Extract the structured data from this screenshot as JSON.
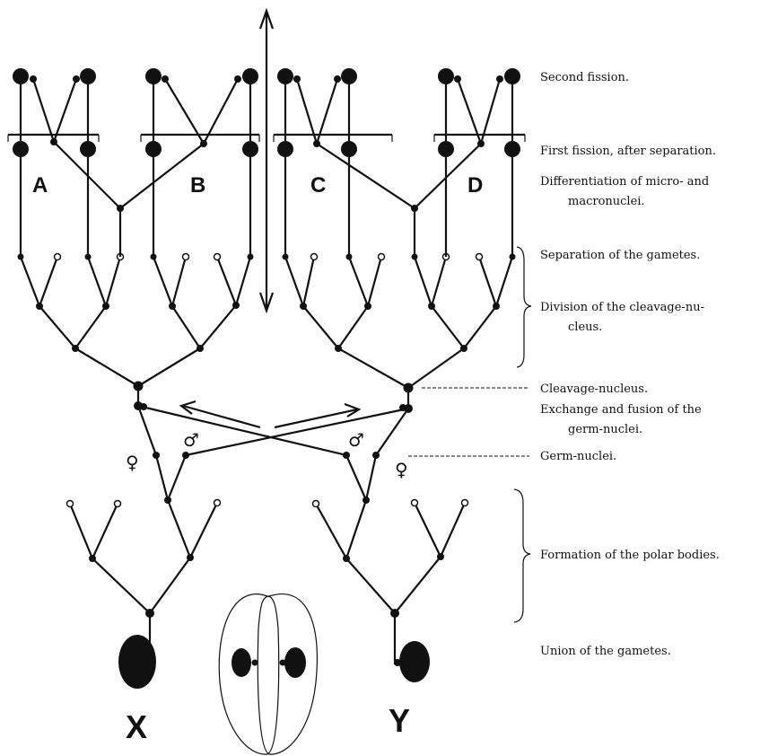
{
  "labels": {
    "second_fission": "Second fission.",
    "first_fission": "First fission, after separation.",
    "differentiation_1": "Differentiation of micro- and",
    "differentiation_2": "macronuclei.",
    "separation": "Separation of the gametes.",
    "division_1": "Division of the cleavage-nu-",
    "division_2": "cleus.",
    "cleavage_nucleus": "Cleavage-nucleus.",
    "exchange_1": "Exchange and fusion of the",
    "exchange_2": "germ-nuclei.",
    "germ_nuclei": "Germ-nuclei.",
    "polar_bodies": "Formation of the polar bodies.",
    "union": "Union of the gametes."
  },
  "letters": {
    "a": "A",
    "b": "B",
    "c": "C",
    "d": "D",
    "x": "X",
    "y": "Y"
  },
  "symbols": {
    "female": "♀",
    "male": "♂"
  },
  "colors": {
    "ink": "#111111",
    "paper": "#ffffff"
  }
}
